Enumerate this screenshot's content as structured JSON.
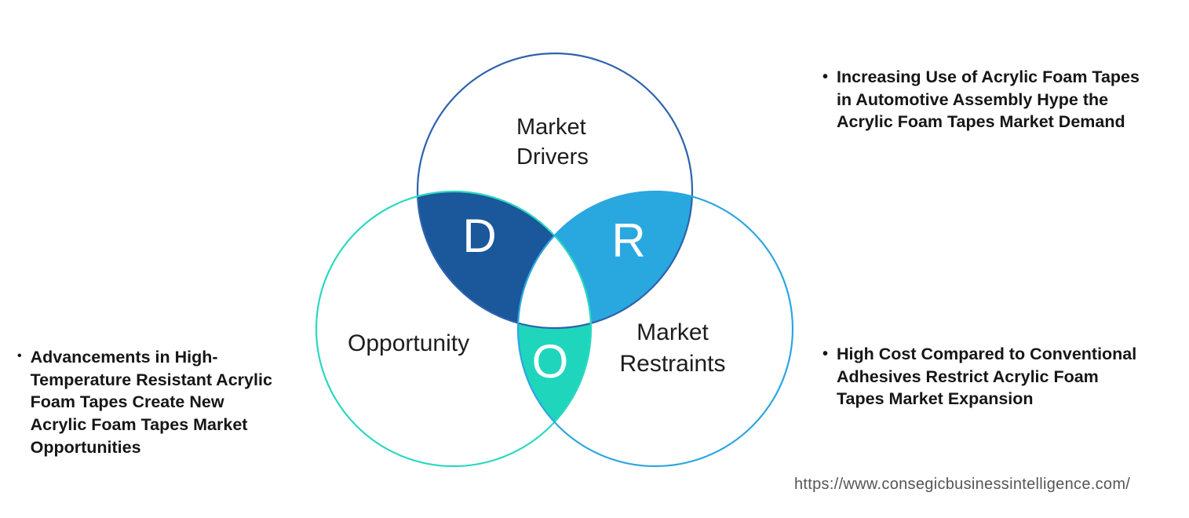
{
  "diagram": {
    "title_hint": "Drivers Restraints Opportunity venn diagram",
    "circles": {
      "drivers": {
        "label": "Market\nDrivers",
        "letter": "D",
        "stroke": "#2e62ae",
        "lens_fill": "#1a579b"
      },
      "restraints": {
        "label": "Market\nRestraints",
        "letter": "R",
        "stroke": "#2da6e0",
        "lens_fill": "#29a8e0"
      },
      "opportunity": {
        "label": "Opportunity",
        "letter": "O",
        "stroke": "#2bd8c0",
        "lens_fill": "#1fd6bd"
      }
    },
    "center_fill": "#ffffff"
  },
  "bullets": {
    "marker": "•",
    "left": "Advancements in High-\nTemperature Resistant Acrylic\nFoam Tapes Create New\nAcrylic Foam Tapes Market\nOpportunities",
    "right_top": "Increasing Use of Acrylic Foam Tapes\nin Automotive Assembly Hype the\nAcrylic Foam Tapes Market Demand",
    "right_bottom": "High Cost Compared to Conventional\nAdhesives Restrict Acrylic Foam\nTapes Market Expansion"
  },
  "footer": {
    "url": "https://www.consegicbusinessintelligence.com/"
  }
}
